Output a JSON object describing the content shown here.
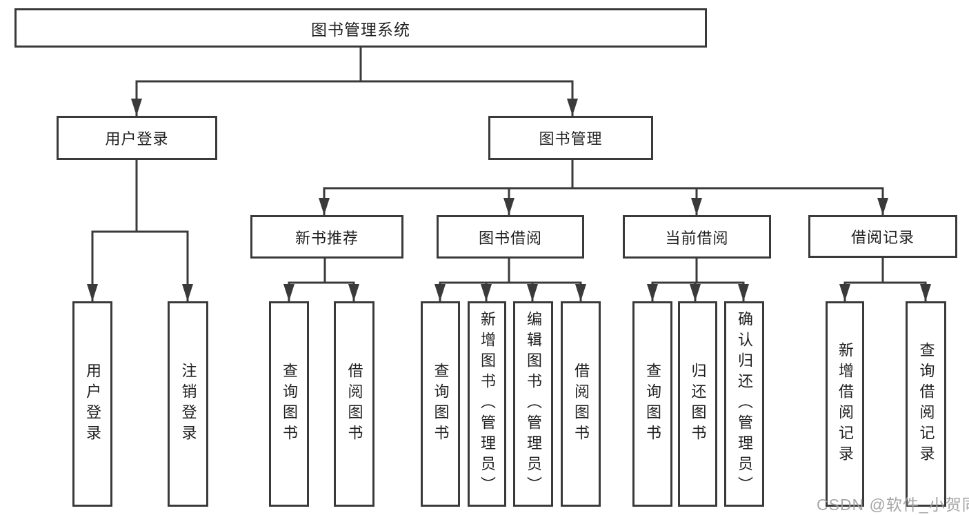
{
  "diagram": {
    "type": "tree",
    "title": "图书管理系统",
    "colors": {
      "line": "#3a3a3a",
      "text": "#1f1f1f",
      "box_background": "#ffffff",
      "watermark": "#9e9e9e"
    }
  },
  "nodes": [
    {
      "id": "root",
      "label": "图书管理系统",
      "parent": null
    },
    {
      "id": "user-login",
      "label": "用户登录",
      "parent": "root"
    },
    {
      "id": "book-management",
      "label": "图书管理",
      "parent": "root"
    },
    {
      "id": "new-book-recommend",
      "label": "新书推荐",
      "parent": "book-management"
    },
    {
      "id": "book-borrow",
      "label": "图书借阅",
      "parent": "book-management"
    },
    {
      "id": "current-borrow",
      "label": "当前借阅",
      "parent": "book-management"
    },
    {
      "id": "borrow-records",
      "label": "借阅记录",
      "parent": "book-management"
    },
    {
      "id": "leaf-user-login",
      "label": "用户登录",
      "parent": "user-login"
    },
    {
      "id": "leaf-logout",
      "label": "注销登录",
      "parent": "user-login"
    },
    {
      "id": "leaf-query-books-recommend",
      "label": "查询图书",
      "parent": "new-book-recommend"
    },
    {
      "id": "leaf-borrow-books-recommend",
      "label": "借阅图书",
      "parent": "new-book-recommend"
    },
    {
      "id": "leaf-query-books-borrow",
      "label": "查询图书",
      "parent": "book-borrow"
    },
    {
      "id": "leaf-add-books-admin",
      "label": "新增图书（管理员）",
      "parent": "book-borrow"
    },
    {
      "id": "leaf-edit-books-admin",
      "label": "编辑图书（管理员）",
      "parent": "book-borrow"
    },
    {
      "id": "leaf-borrow-books",
      "label": "借阅图书",
      "parent": "book-borrow"
    },
    {
      "id": "leaf-query-books-current",
      "label": "查询图书",
      "parent": "current-borrow"
    },
    {
      "id": "leaf-return-books",
      "label": "归还图书",
      "parent": "current-borrow"
    },
    {
      "id": "leaf-confirm-return-admin",
      "label": "确认归还（管理员）",
      "parent": "current-borrow"
    },
    {
      "id": "leaf-add-borrow-record",
      "label": "新增借阅记录",
      "parent": "borrow-records"
    },
    {
      "id": "leaf-query-borrow-record",
      "label": "查询借阅记录",
      "parent": "borrow-records"
    }
  ],
  "watermark": {
    "text": "CSDN @软件_小贺同学"
  }
}
